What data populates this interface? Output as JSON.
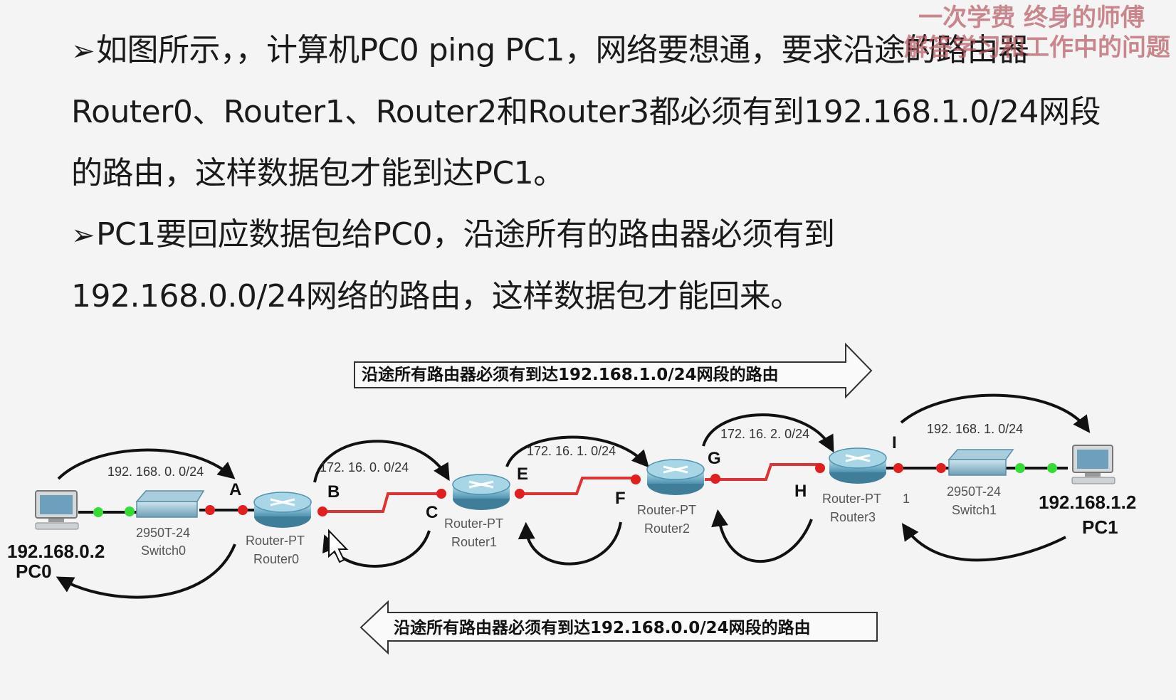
{
  "watermark": {
    "line1": "一次学费   终身的师傅",
    "line2": "解答学习和工作中的问题"
  },
  "paragraph": {
    "bullet": "➢",
    "line1": "如图所示，，计算机PC0 ping PC1，网络要想通，要求沿途的路由器",
    "line2": "Router0、Router1、Router2和Router3都必须有到192.168.1.0/24网段",
    "line3": "的路由，这样数据包才能到达PC1。",
    "line4": "PC1要回应数据包给PC0，沿途所有的路由器必须有到",
    "line5": "192.168.0.0/24网络的路由，这样数据包才能回来。"
  },
  "diagram": {
    "top_banner": "沿途所有路由器必须有到达192.168.1.0/24网段的路由",
    "bottom_banner": "沿途所有路由器必须有到达192.168.0.0/24网段的路由",
    "subnets": [
      "192. 168. 0. 0/24",
      "172. 16. 0. 0/24",
      "172. 16. 1. 0/24",
      "172. 16. 2. 0/24",
      "192. 168. 1. 0/24"
    ],
    "pc0": {
      "ip": "192.168.0.2",
      "name": "PC0"
    },
    "pc1": {
      "ip": "192.168.1.2",
      "name": "PC1"
    },
    "switch0": {
      "model": "2950T-24",
      "name": "Switch0"
    },
    "switch1": {
      "model": "2950T-24",
      "name": "Switch1"
    },
    "router0": {
      "model": "Router-PT",
      "name": "Router0"
    },
    "router1": {
      "model": "Router-PT",
      "name": "Router1"
    },
    "router2": {
      "model": "Router-PT",
      "name": "Router2"
    },
    "router3": {
      "model": "Router-PT",
      "name": "Router3",
      "port_note": "1"
    },
    "points": {
      "A": "A",
      "B": "B",
      "C": "C",
      "E": "E",
      "F": "F",
      "G": "G",
      "H": "H",
      "I": "I"
    },
    "colors": {
      "serial_link": "#e03232",
      "ethernet_link": "#111111",
      "port_green": "#33dd33",
      "port_red": "#e21f1f"
    }
  }
}
